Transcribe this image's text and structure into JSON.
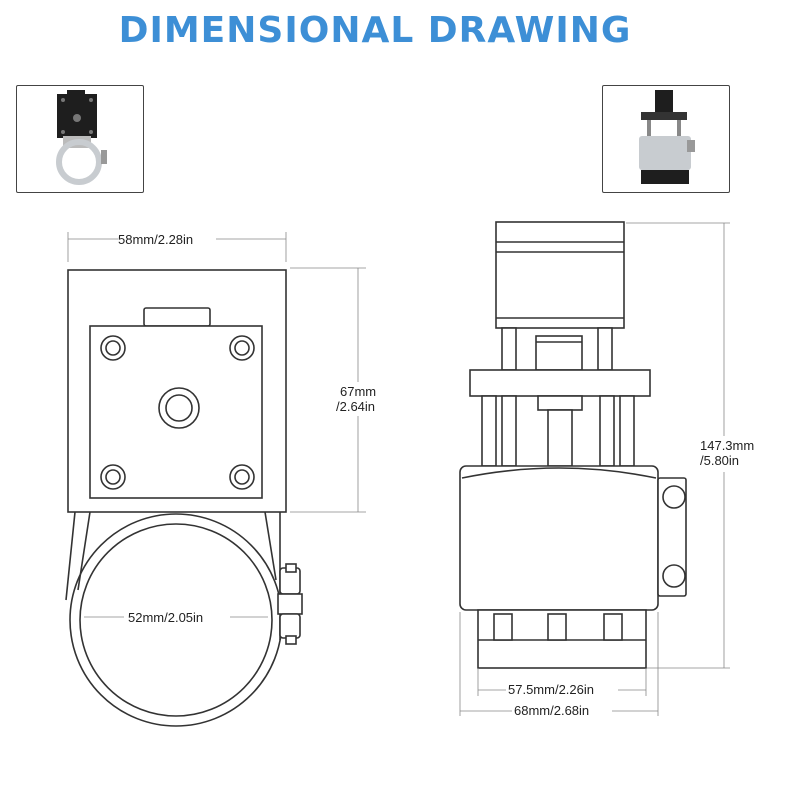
{
  "title": "DIMENSIONAL DRAWING",
  "thumbnails": {
    "left": "front view photo",
    "right": "side view photo"
  },
  "dimensions": {
    "top_width": "58mm/2.28in",
    "height_mm": "67mm",
    "height_in": "/2.64in",
    "clamp_diameter": "52mm/2.05in",
    "total_height_mm": "147.3mm",
    "total_height_in": "/5.80in",
    "base_inner": "57.5mm/2.26in",
    "base_outer": "68mm/2.68in"
  },
  "colors": {
    "title": "#3d8fd6",
    "line": "#333333",
    "aluminum": "#c8ccd0",
    "black_part": "#1e1e1e"
  }
}
